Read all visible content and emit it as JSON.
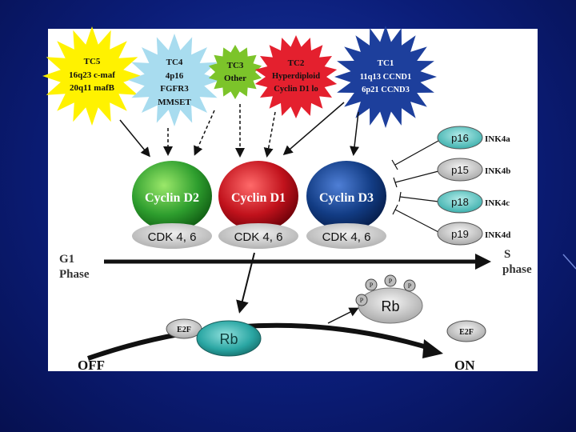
{
  "tc_groups": {
    "tc5": {
      "name": "TC5",
      "line1": "16q23 c-maf",
      "line2": "20q11 mafB",
      "color": "#fff200"
    },
    "tc4": {
      "name": "TC4",
      "line1": "4p16",
      "line2": "FGFR3",
      "line3": "MMSET",
      "color": "#a8dcef"
    },
    "tc3": {
      "name": "TC3",
      "line1": "Other",
      "color": "#7cc42a"
    },
    "tc2": {
      "name": "TC2",
      "line1": "Hyperdiploid",
      "line2": "Cyclin D1 lo",
      "color": "#e4202e"
    },
    "tc1": {
      "name": "TC1",
      "line1": "11q13 CCND1",
      "line2": "6p21 CCND3",
      "color": "#1d3f9c"
    }
  },
  "cyclins": {
    "d2": {
      "label": "Cyclin D2",
      "color": "#2e9e2e"
    },
    "d1": {
      "label": "Cyclin D1",
      "color": "#c1121c"
    },
    "d3": {
      "label": "Cyclin D3",
      "color": "#123c84"
    }
  },
  "cdk_label": "CDK 4, 6",
  "inhibitors": [
    {
      "protein": "p16",
      "family": "INK4a"
    },
    {
      "protein": "p15",
      "family": "INK4b"
    },
    {
      "protein": "p18",
      "family": "INK4c"
    },
    {
      "protein": "p19",
      "family": "INK4d"
    }
  ],
  "phases": {
    "g1_line1": "G1",
    "g1_line2": "Phase",
    "s_line1": "S",
    "s_line2": "phase"
  },
  "cycle": {
    "rb": "Rb",
    "e2f": "E2F",
    "p": "P",
    "off": "OFF",
    "on": "ON"
  },
  "colors": {
    "background": "#0b1d78",
    "panel": "#ffffff",
    "cdk": "#c9c9c9",
    "rb": "#2aa6a3"
  }
}
